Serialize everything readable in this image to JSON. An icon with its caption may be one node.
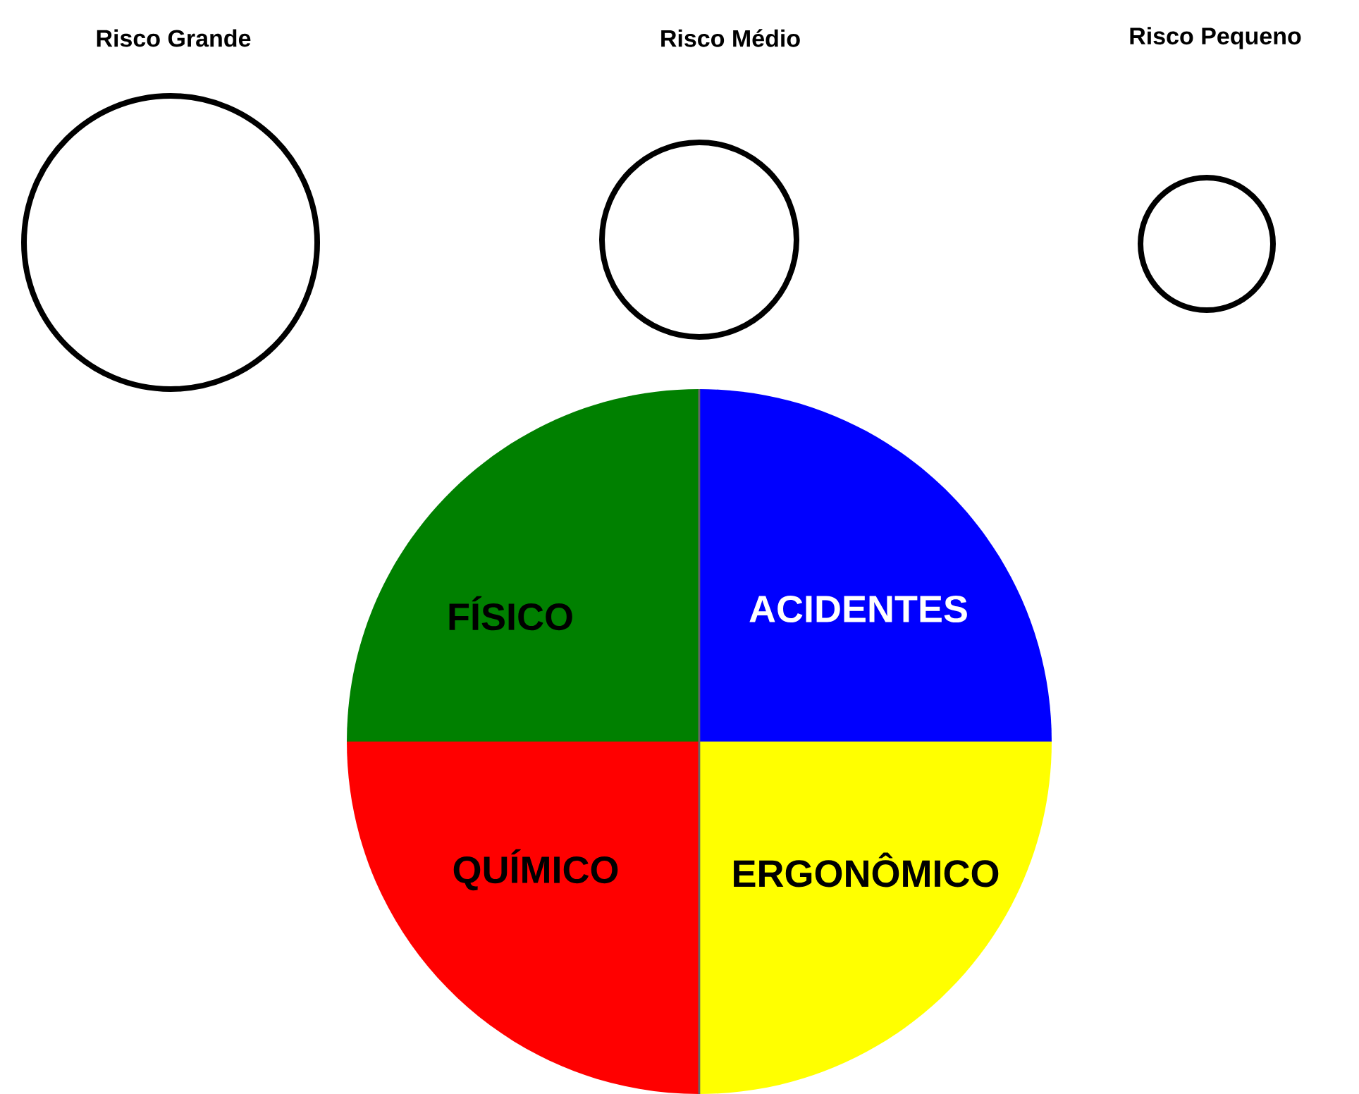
{
  "diagram": {
    "nodes": [
      {
        "text": [],
        "shape": "circle"
      },
      {
        "text": [],
        "shape": "circle"
      },
      {
        "text": [],
        "shape": "circle"
      },
      {
        "text": [
          "FÍSICO"
        ]
      },
      {
        "text": [
          "ACIDENTES"
        ]
      },
      {
        "text": [
          "QUÍMICO"
        ]
      },
      {
        "text": [
          "ERGONÔMICO"
        ]
      }
    ],
    "labels": [
      "Risco Grande",
      "Risco Médio",
      "Risco Pequeno"
    ]
  }
}
